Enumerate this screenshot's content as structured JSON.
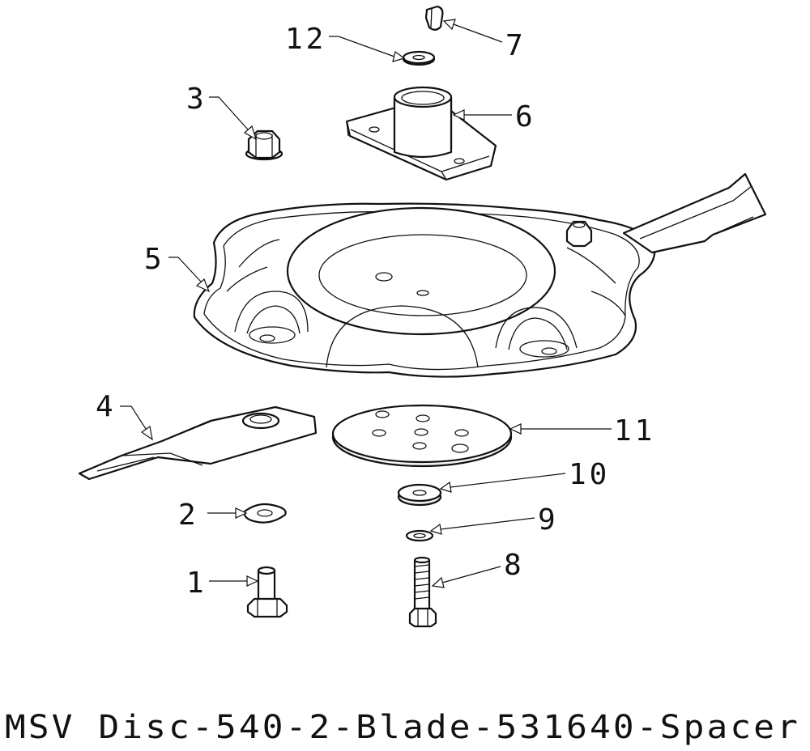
{
  "caption": "MSV Disc-540-2-Blade-531640-Spacer",
  "callouts": [
    {
      "id": "1",
      "label": "1"
    },
    {
      "id": "2",
      "label": "2"
    },
    {
      "id": "3",
      "label": "3"
    },
    {
      "id": "4",
      "label": "4"
    },
    {
      "id": "5",
      "label": "5"
    },
    {
      "id": "6",
      "label": "6"
    },
    {
      "id": "7",
      "label": "7"
    },
    {
      "id": "8",
      "label": "8"
    },
    {
      "id": "9",
      "label": "9"
    },
    {
      "id": "10",
      "label": "10"
    },
    {
      "id": "11",
      "label": "11"
    },
    {
      "id": "12",
      "label": "12"
    }
  ]
}
